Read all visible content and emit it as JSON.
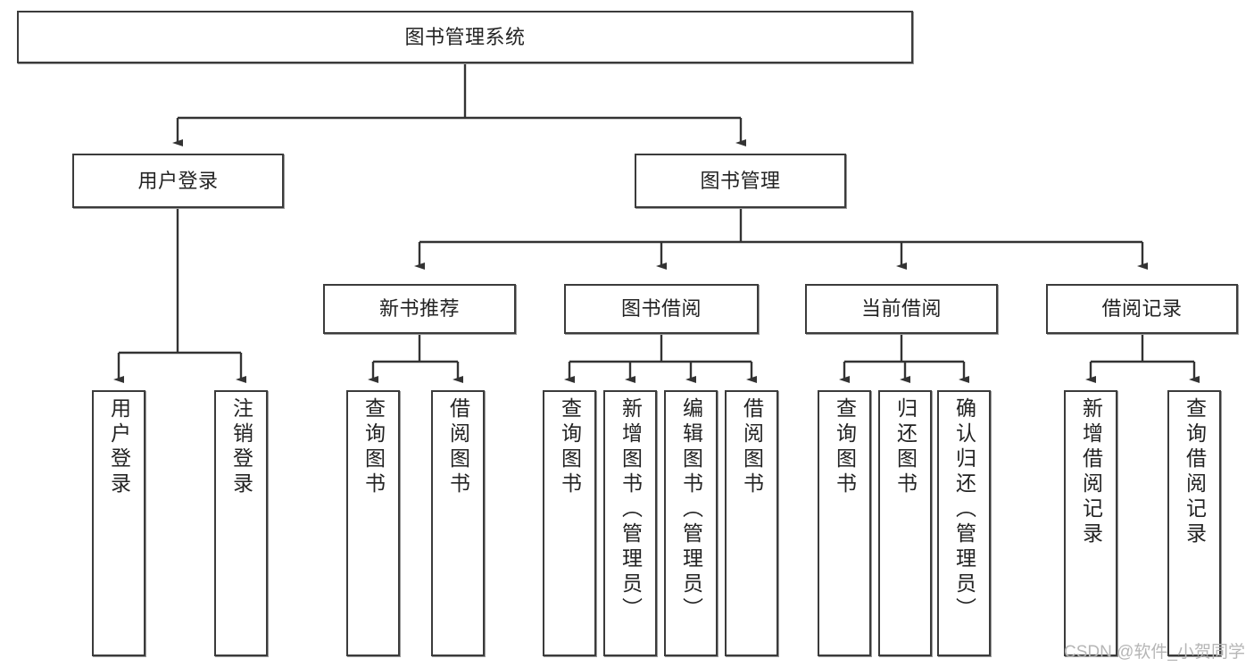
{
  "diagram": {
    "title": "图书管理系统",
    "type": "tree-hierarchy-chart",
    "watermark": "CSDN @软件_小贺同学",
    "colors": {
      "box_border": "#3b3b3b",
      "box_fill": "#ffffff",
      "connector": "#333333",
      "text": "#232323",
      "watermark": "#b6b6b6",
      "background": "#ffffff"
    },
    "nodes": {
      "root": {
        "label": "图书管理系统"
      },
      "level2": [
        {
          "label": "用户登录"
        },
        {
          "label": "图书管理"
        }
      ],
      "level3": [
        {
          "label": "新书推荐"
        },
        {
          "label": "图书借阅"
        },
        {
          "label": "当前借阅"
        },
        {
          "label": "借阅记录"
        }
      ],
      "leaves_user_login": [
        {
          "label": "用户登录"
        },
        {
          "label": "注销登录"
        }
      ],
      "leaves_new_books": [
        {
          "label": "查询图书"
        },
        {
          "label": "借阅图书"
        }
      ],
      "leaves_borrow": [
        {
          "label": "查询图书"
        },
        {
          "label": "新增图书（管理员）"
        },
        {
          "label": "编辑图书（管理员）"
        },
        {
          "label": "借阅图书"
        }
      ],
      "leaves_current": [
        {
          "label": "查询图书"
        },
        {
          "label": "归还图书"
        },
        {
          "label": "确认归还（管理员）"
        }
      ],
      "leaves_records": [
        {
          "label": "新增借阅记录"
        },
        {
          "label": "查询借阅记录"
        }
      ]
    }
  }
}
